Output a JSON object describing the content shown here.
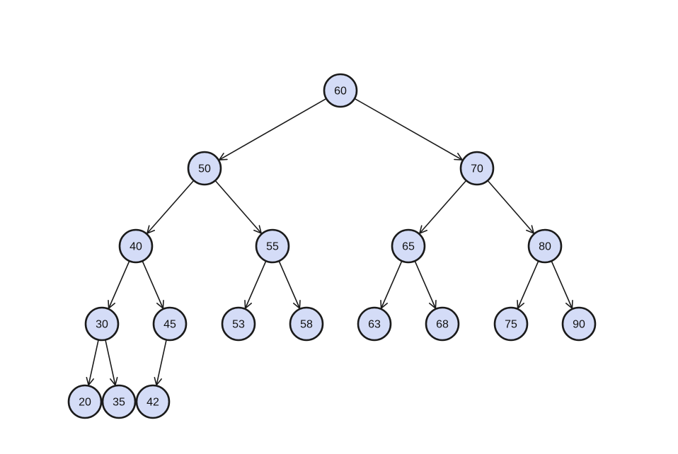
{
  "tree": {
    "nodes": [
      {
        "id": "n60",
        "label": "60"
      },
      {
        "id": "n50",
        "label": "50"
      },
      {
        "id": "n70",
        "label": "70"
      },
      {
        "id": "n40",
        "label": "40"
      },
      {
        "id": "n55",
        "label": "55"
      },
      {
        "id": "n65",
        "label": "65"
      },
      {
        "id": "n80",
        "label": "80"
      },
      {
        "id": "n30",
        "label": "30"
      },
      {
        "id": "n45",
        "label": "45"
      },
      {
        "id": "n53",
        "label": "53"
      },
      {
        "id": "n58",
        "label": "58"
      },
      {
        "id": "n63",
        "label": "63"
      },
      {
        "id": "n68",
        "label": "68"
      },
      {
        "id": "n75",
        "label": "75"
      },
      {
        "id": "n90",
        "label": "90"
      },
      {
        "id": "n20",
        "label": "20"
      },
      {
        "id": "n35",
        "label": "35"
      },
      {
        "id": "n42",
        "label": "42"
      }
    ],
    "edges": [
      {
        "from": "n60",
        "to": "n50"
      },
      {
        "from": "n60",
        "to": "n70"
      },
      {
        "from": "n50",
        "to": "n40"
      },
      {
        "from": "n50",
        "to": "n55"
      },
      {
        "from": "n70",
        "to": "n65"
      },
      {
        "from": "n70",
        "to": "n80"
      },
      {
        "from": "n40",
        "to": "n30"
      },
      {
        "from": "n40",
        "to": "n45"
      },
      {
        "from": "n55",
        "to": "n53"
      },
      {
        "from": "n55",
        "to": "n58"
      },
      {
        "from": "n65",
        "to": "n63"
      },
      {
        "from": "n65",
        "to": "n68"
      },
      {
        "from": "n80",
        "to": "n75"
      },
      {
        "from": "n80",
        "to": "n90"
      },
      {
        "from": "n30",
        "to": "n20"
      },
      {
        "from": "n30",
        "to": "n35"
      },
      {
        "from": "n45",
        "to": "n42"
      }
    ],
    "colors": {
      "node_fill": "#d4dcf7",
      "node_stroke": "#1a1a1a",
      "edge": "#1a1a1a"
    }
  }
}
